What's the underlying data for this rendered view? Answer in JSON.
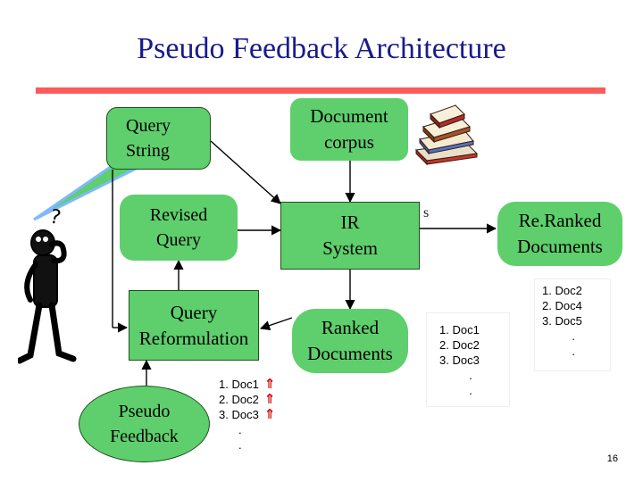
{
  "slide": {
    "title": "Pseudo Feedback Architecture",
    "page_number": "16"
  },
  "nodes": {
    "query_string": "Query\nString",
    "document_corpus": "Document\ncorpus",
    "revised_query": "Revised\nQuery",
    "ir_system": "IR\nSystem",
    "reranked_documents": "Re.Ranked\nDocuments",
    "query_reformulation": "Query\nReformulation",
    "ranked_documents": "Ranked\nDocuments",
    "pseudo_feedback": "Pseudo\nFeedback"
  },
  "partial_label": "s",
  "lists": {
    "feedback_docs": [
      "1. Doc1",
      "2. Doc2",
      "3. Doc3"
    ],
    "feedback_marker": "⇑",
    "ranked_docs": [
      "1. Doc1",
      "2. Doc2",
      "3. Doc3"
    ],
    "reranked_docs": [
      "1. Doc2",
      "2. Doc4",
      "3. Doc5"
    ],
    "ellipsis_dot": "."
  },
  "colors": {
    "box_green": "#5ecf6c",
    "title_blue": "#1a1a8c",
    "title_rule": "#ff5a5a",
    "marker_red": "#d00000"
  },
  "icons": [
    "books-icon",
    "thinking-person-icon"
  ]
}
